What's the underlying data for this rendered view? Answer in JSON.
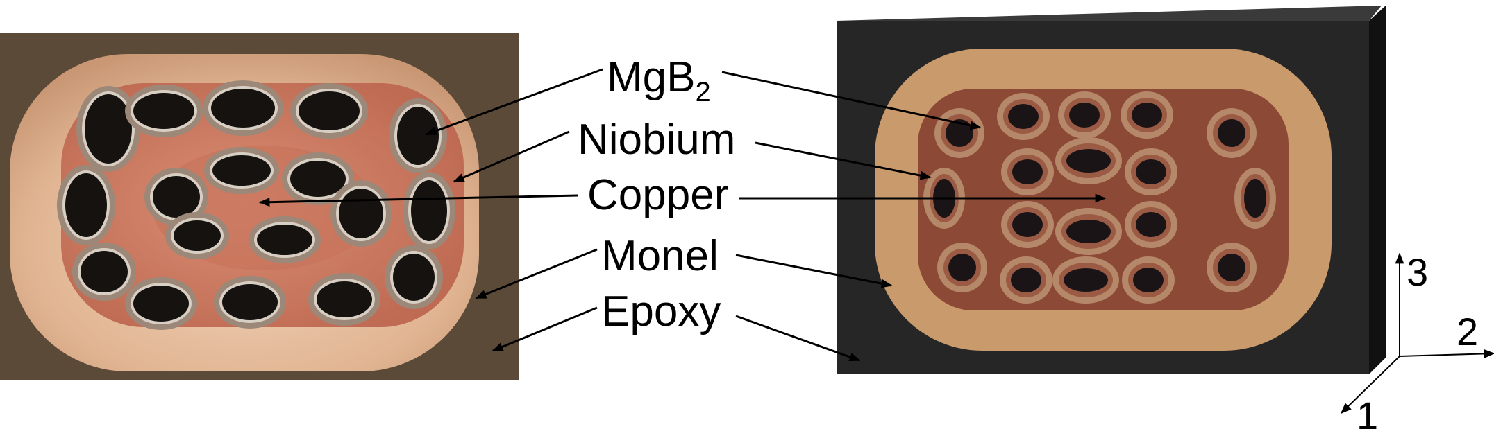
{
  "labels": {
    "mgb2_main": "MgB",
    "mgb2_sub": "2",
    "niobium": "Niobium",
    "copper": "Copper",
    "monel": "Monel",
    "epoxy": "Epoxy"
  },
  "axes": {
    "one": "1",
    "two": "2",
    "three": "3"
  },
  "colors": {
    "epoxy_block": "#262626",
    "monel": "#c99a6c",
    "copper": "#8c4a36",
    "niobium": "#b48868",
    "mgb2": "#1a1416",
    "photo_background": "#5c4a38",
    "photo_monel": "#e2bc9c",
    "photo_copper": "#c97a62"
  },
  "panels": [
    {
      "name": "micrograph",
      "kind": "photo"
    },
    {
      "name": "model",
      "kind": "3d-rendering"
    }
  ]
}
